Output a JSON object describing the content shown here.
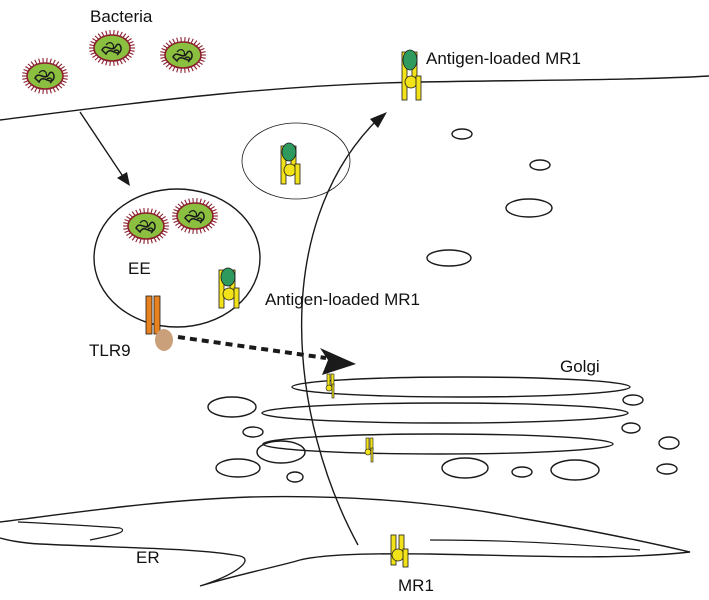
{
  "labels": {
    "bacteria": "Bacteria",
    "antigen_loaded_mr1_surface": "Antigen-loaded MR1",
    "ee": "EE",
    "antigen_loaded_mr1_endosome": "Antigen-loaded MR1",
    "tlr9": "TLR9",
    "golgi": "Golgi",
    "er": "ER",
    "mr1": "MR1"
  },
  "colors": {
    "bacterium_body": "#8bbf3f",
    "bacterium_spikes": "#8a1f2e",
    "mr1_yellow": "#f2e21a",
    "antigen_green": "#2e9a5e",
    "tlr9_orange": "#e8821e",
    "tlr9_tan": "#c9a07a",
    "line": "#1a1a1a"
  }
}
